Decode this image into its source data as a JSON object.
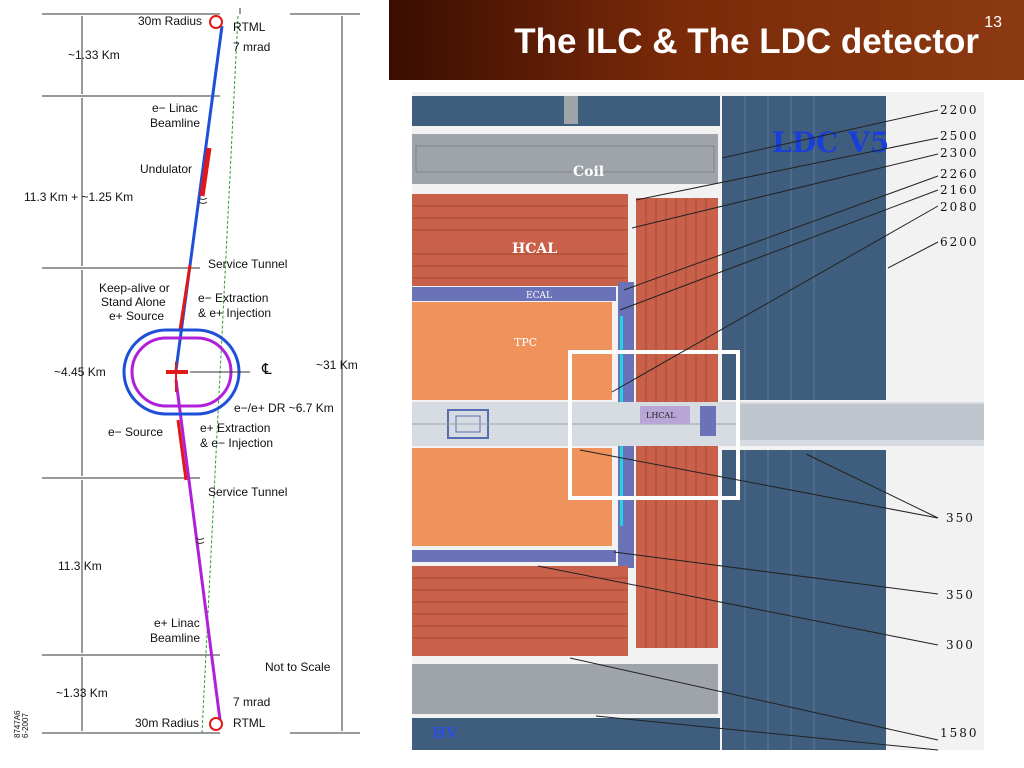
{
  "slide": {
    "title": "The ILC & The LDC detector",
    "number": "13",
    "title_bar_color": "#7a2a08"
  },
  "ilc_layout": {
    "labels": {
      "radius_top": "30m Radius",
      "rtml_top": "RTML",
      "mrad_top": "7 mrad",
      "dist_top": "~1.33 Km",
      "e_linac_1": "e− Linac",
      "e_linac_2": "Beamline",
      "undulator": "Undulator",
      "dist_upper": "11.3 Km + ~1.25 Km",
      "service_tunnel_top": "Service Tunnel",
      "keep_alive_1": "Keep-alive or",
      "keep_alive_2": "Stand Alone",
      "keep_alive_3": "e+ Source",
      "extraction_1": "e− Extraction",
      "extraction_2": "& e+ Injection",
      "dist_ring": "~4.45 Km",
      "centerline": "℄",
      "dist_total": "~31 Km",
      "dr": "e−/e+ DR ~6.7 Km",
      "e_source": "e− Source",
      "injection_1": "e+ Extraction",
      "injection_2": "& e− Injection",
      "service_tunnel_bottom": "Service Tunnel",
      "dist_lower": "11.3 Km",
      "p_linac_1": "e+ Linac",
      "p_linac_2": "Beamline",
      "not_to_scale": "Not to Scale",
      "dist_bottom": "~1.33 Km",
      "mrad_bottom": "7 mrad",
      "radius_bottom": "30m Radius",
      "rtml_bottom": "RTML",
      "stamp_1": "6-2007",
      "stamp_2": "8747A6"
    },
    "colors": {
      "electron": "#1e4fd8",
      "positron": "#b020d8",
      "undulator": "#e01818",
      "crossing": "#2c9c2c"
    }
  },
  "ldc": {
    "title": "LDC V5",
    "labels": {
      "coil": "Coil",
      "hcal": "HCAL",
      "ecal": "ECAL",
      "tpc": "TPC",
      "lhcal": "LHCAL",
      "hv": "HV"
    },
    "dims_right": [
      "2200",
      "2500",
      "2300",
      "2260",
      "2160",
      "2080",
      "6200",
      "350",
      "350",
      "300",
      "1580"
    ],
    "colors": {
      "yoke": "#3f5e7d",
      "hcal": "#c9604a",
      "tpc": "#f0925c",
      "ecal": "#6a72b8",
      "coil": "#9ea4aa",
      "highlight": "#ffffff"
    }
  }
}
